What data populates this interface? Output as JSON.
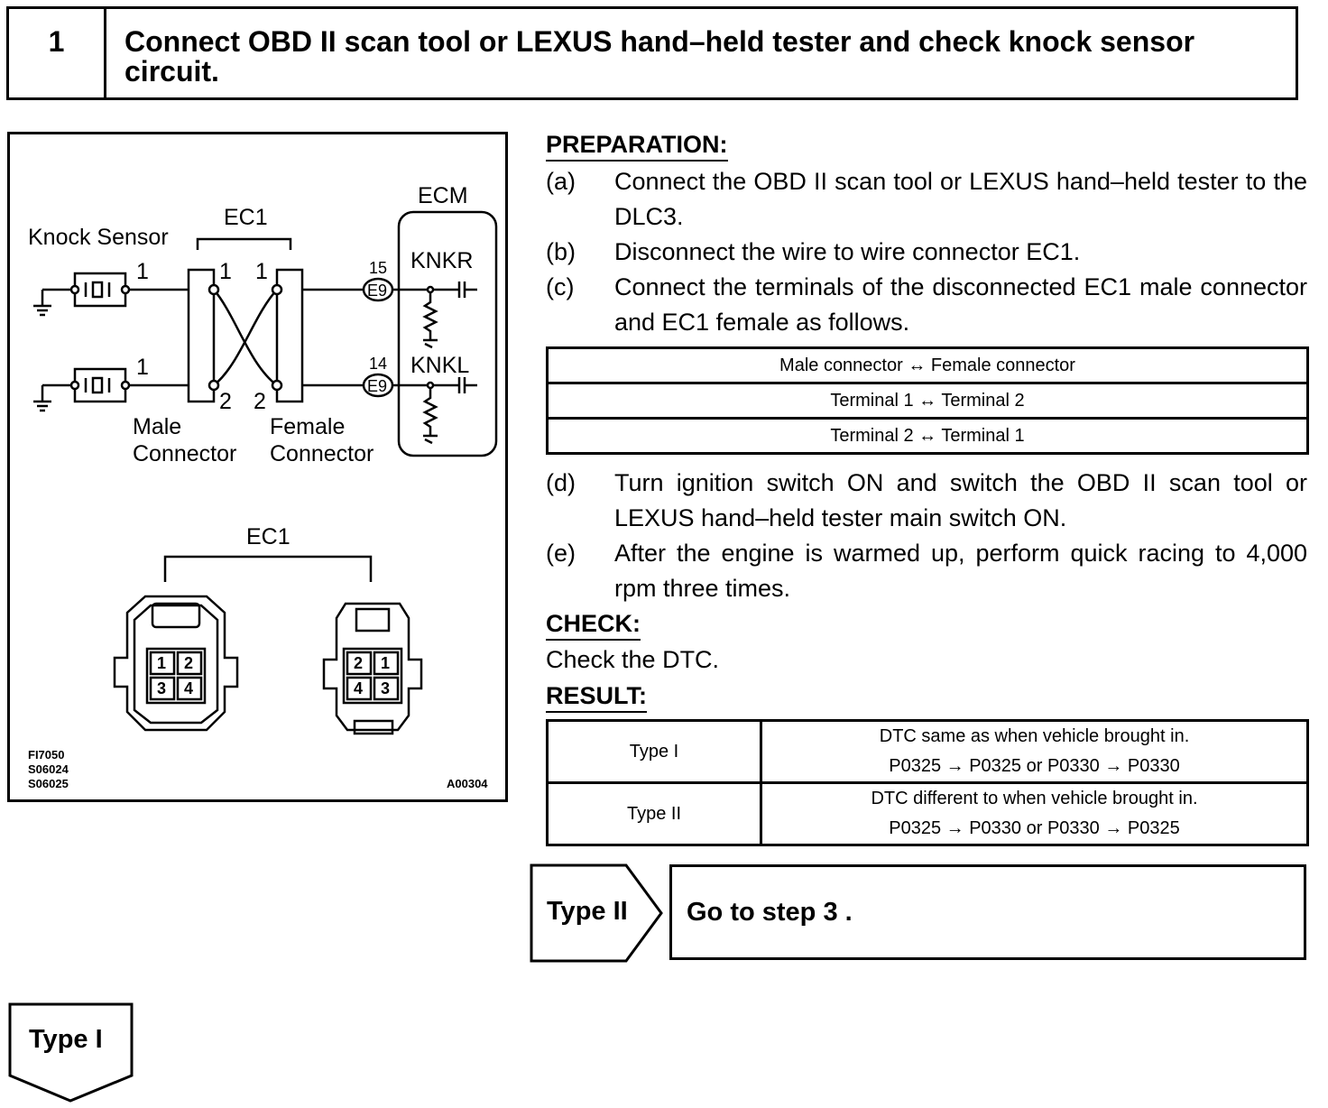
{
  "header": {
    "step_number": "1",
    "title": "Connect OBD II scan tool or LEXUS hand–held tester and check knock sensor circuit."
  },
  "figure": {
    "ecm_label": "ECM",
    "ec1_label_top": "EC1",
    "knock_sensor_label": "Knock Sensor",
    "sensor_pin_1a": "1",
    "sensor_pin_1b": "1",
    "male_pin_1": "1",
    "male_pin_2": "2",
    "female_pin_1": "1",
    "female_pin_2": "2",
    "pin_15": "15",
    "pin_14": "14",
    "e9_top": "E9",
    "e9_bottom": "E9",
    "knkr": "KNKR",
    "knkl": "KNKL",
    "male_connector_l1": "Male",
    "male_connector_l2": "Connector",
    "female_connector_l1": "Female",
    "female_connector_l2": "Connector",
    "ec1_label_bottom": "EC1",
    "male_pins": [
      "1",
      "2",
      "3",
      "4"
    ],
    "female_pins": [
      "2",
      "1",
      "4",
      "3"
    ],
    "ref_codes": [
      "FI7050",
      "S06024",
      "S06025"
    ],
    "figure_id": "A00304"
  },
  "preparation": {
    "heading": "PREPARATION:",
    "items": [
      {
        "tag": "(a)",
        "text": "Connect the OBD II scan tool or LEXUS hand–held tester to the DLC3."
      },
      {
        "tag": "(b)",
        "text": "Disconnect the wire to wire connector EC1."
      },
      {
        "tag": "(c)",
        "text": "Connect the terminals of the disconnected EC1 male connector and EC1 female as follows."
      }
    ]
  },
  "connection_table": {
    "rows": [
      "Male connector ↔ Female connector",
      "Terminal 1 ↔ Terminal 2",
      "Terminal 2 ↔ Terminal 1"
    ]
  },
  "preparation_more": [
    {
      "tag": "(d)",
      "text": "Turn ignition switch ON and switch the OBD II scan tool or LEXUS hand–held tester main switch ON."
    },
    {
      "tag": "(e)",
      "text": "After the engine is warmed up, perform quick racing to 4,000 rpm three times."
    }
  ],
  "check": {
    "heading": "CHECK:",
    "text": "Check the DTC."
  },
  "result": {
    "heading": "RESULT:",
    "rows": [
      {
        "type": "Type I",
        "line1": "DTC same as when vehicle brought in.",
        "line2": "P0325 → P0325 or P0330 → P0330"
      },
      {
        "type": "Type II",
        "line1": "DTC different to when vehicle brought in.",
        "line2": "P0325 → P0330 or P0330 → P0325"
      }
    ]
  },
  "flow": {
    "type2_label": "Type II",
    "goto_text": "Go to step 3 .",
    "type1_label": "Type I"
  }
}
